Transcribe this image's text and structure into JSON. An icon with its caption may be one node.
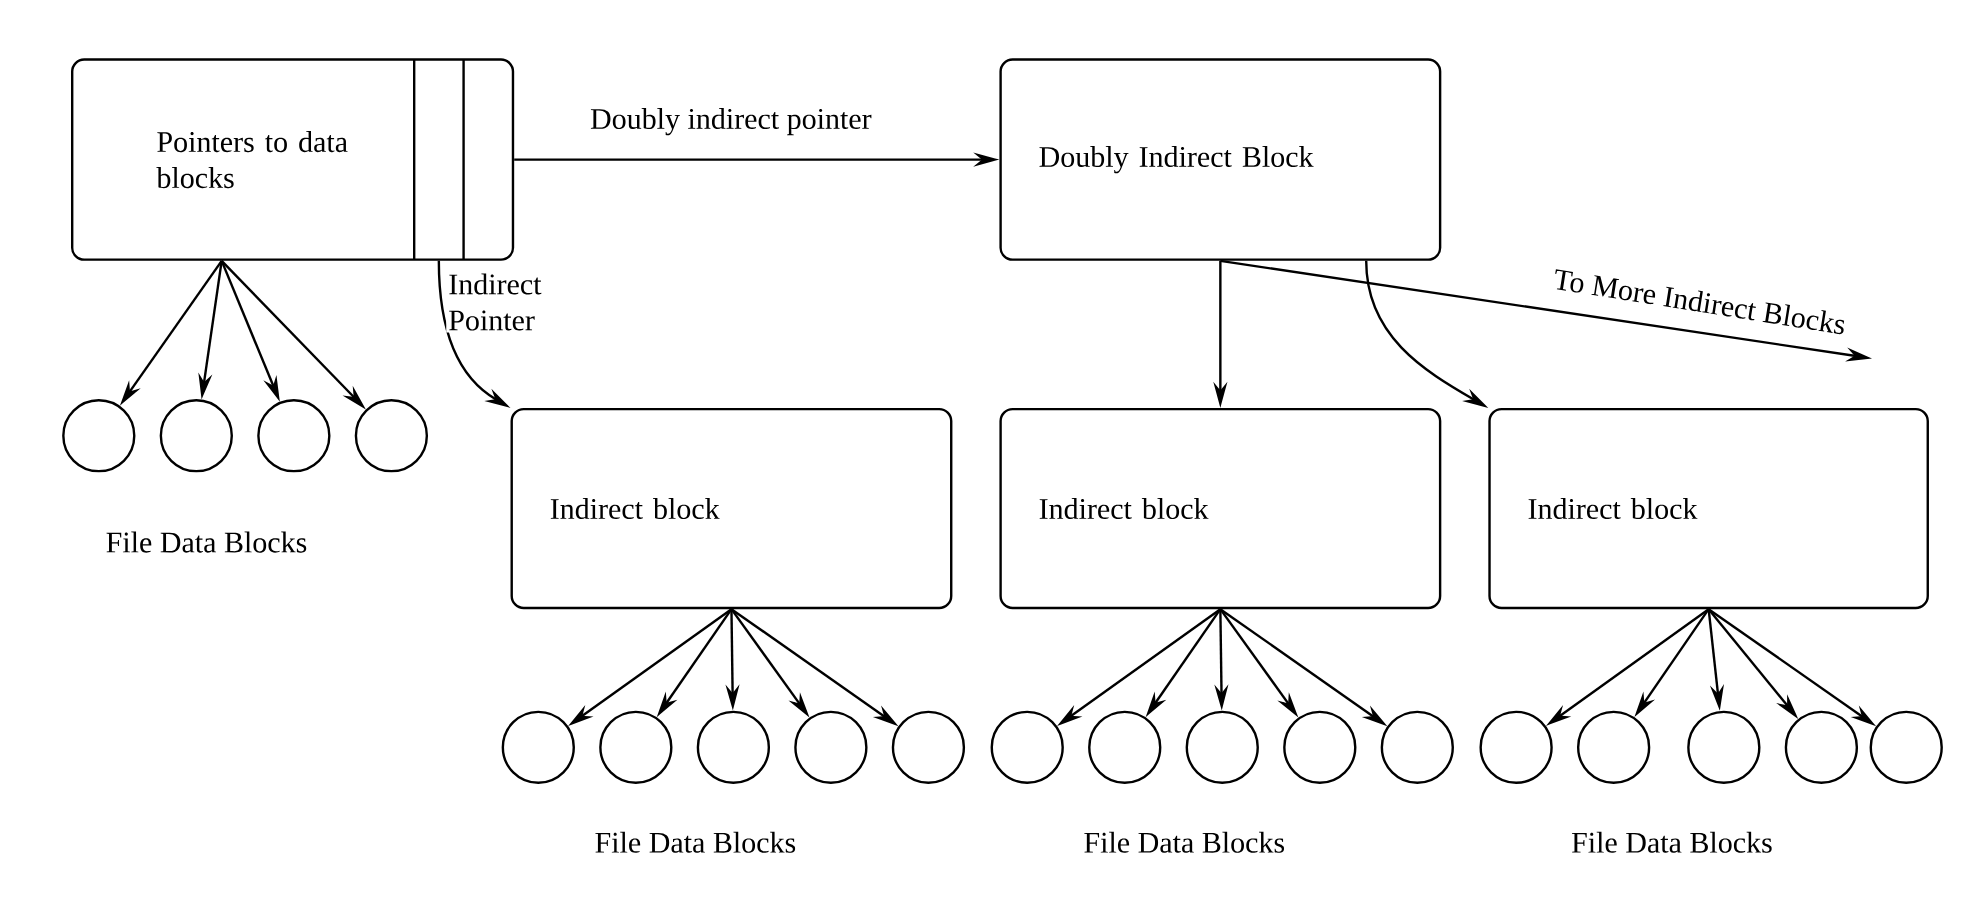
{
  "diagram": {
    "nodes": [
      {
        "text": [
          "Pointers to data blocks"
        ]
      },
      {
        "text": [
          "Doubly Indirect Block"
        ]
      },
      {
        "text": [],
        "shape": "circle"
      },
      {
        "text": [],
        "shape": "circle"
      },
      {
        "text": [],
        "shape": "circle"
      },
      {
        "text": [],
        "shape": "circle"
      },
      {
        "text": [
          "Indirect block"
        ]
      },
      {
        "text": [
          "Indirect block"
        ]
      },
      {
        "text": [
          "Indirect block"
        ]
      },
      {
        "text": [],
        "shape": "circle"
      },
      {
        "text": [],
        "shape": "circle"
      },
      {
        "text": [],
        "shape": "circle"
      },
      {
        "text": [],
        "shape": "circle"
      },
      {
        "text": [],
        "shape": "circle"
      },
      {
        "text": [],
        "shape": "circle"
      },
      {
        "text": [],
        "shape": "circle"
      },
      {
        "text": [],
        "shape": "circle"
      },
      {
        "text": [],
        "shape": "circle"
      },
      {
        "text": [],
        "shape": "circle"
      },
      {
        "text": [],
        "shape": "circle"
      },
      {
        "text": [],
        "shape": "circle"
      },
      {
        "text": [],
        "shape": "circle"
      },
      {
        "text": [],
        "shape": "circle"
      },
      {
        "text": [],
        "shape": "circle"
      }
    ],
    "edges": [
      {
        "from": 0,
        "to": 1,
        "arrow": "to",
        "label": "Doubly indirect pointer"
      },
      {
        "from": 0,
        "to": 6,
        "arrow": "to",
        "label": "Indirect Pointer"
      },
      {
        "from": 0,
        "to": 2,
        "arrow": "to"
      },
      {
        "from": 0,
        "to": 3,
        "arrow": "to"
      },
      {
        "from": 0,
        "to": 4,
        "arrow": "to"
      },
      {
        "from": 0,
        "to": 5,
        "arrow": "to"
      },
      {
        "from": 1,
        "to": 7,
        "arrow": "to"
      },
      {
        "from": 1,
        "to": 8,
        "arrow": "to"
      },
      {
        "from": 1,
        "to": null,
        "arrow": "to",
        "label": "To More Indirect Blocks"
      },
      {
        "from": 6,
        "to": 9,
        "arrow": "to"
      },
      {
        "from": 6,
        "to": 10,
        "arrow": "to"
      },
      {
        "from": 6,
        "to": 11,
        "arrow": "to"
      },
      {
        "from": 6,
        "to": 12,
        "arrow": "to"
      },
      {
        "from": 6,
        "to": 13,
        "arrow": "to"
      },
      {
        "from": 7,
        "to": 14,
        "arrow": "to"
      },
      {
        "from": 7,
        "to": 15,
        "arrow": "to"
      },
      {
        "from": 7,
        "to": 16,
        "arrow": "to"
      },
      {
        "from": 7,
        "to": 17,
        "arrow": "to"
      },
      {
        "from": 7,
        "to": 18,
        "arrow": "to"
      },
      {
        "from": 8,
        "to": 19,
        "arrow": "to"
      },
      {
        "from": 8,
        "to": 20,
        "arrow": "to"
      },
      {
        "from": 8,
        "to": 21,
        "arrow": "to"
      },
      {
        "from": 8,
        "to": 22,
        "arrow": "to"
      },
      {
        "from": 8,
        "to": 23,
        "arrow": "to"
      }
    ],
    "labels": [
      "File Data Blocks",
      "File Data Blocks",
      "File Data Blocks",
      "File Data Blocks"
    ]
  }
}
